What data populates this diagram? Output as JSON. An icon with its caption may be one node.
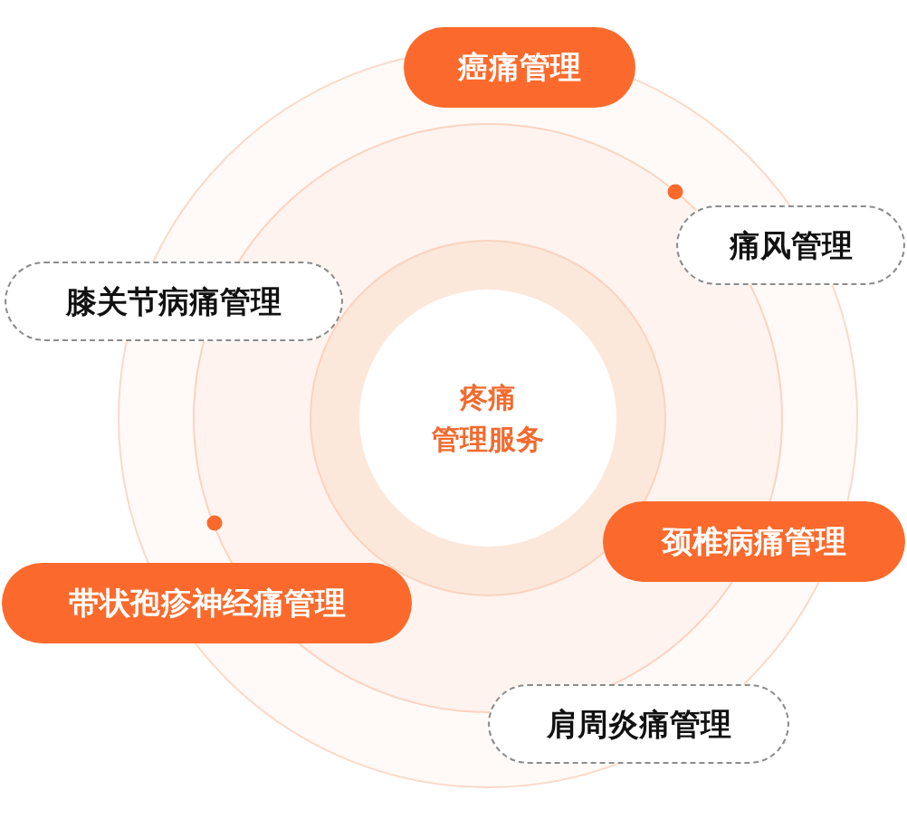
{
  "diagram": {
    "nodes": [
      {
        "text": [
          "癌痛管理"
        ]
      },
      {
        "text": [
          "痛风管理"
        ]
      },
      {
        "text": [
          "膝关节病痛管理"
        ]
      },
      {
        "text": [
          "疼痛",
          "管理服务"
        ]
      },
      {
        "text": [
          "颈椎病痛管理"
        ]
      },
      {
        "text": [
          "带状孢疹神经痛管理"
        ]
      },
      {
        "text": [
          "肩周炎痛管理"
        ]
      }
    ]
  }
}
